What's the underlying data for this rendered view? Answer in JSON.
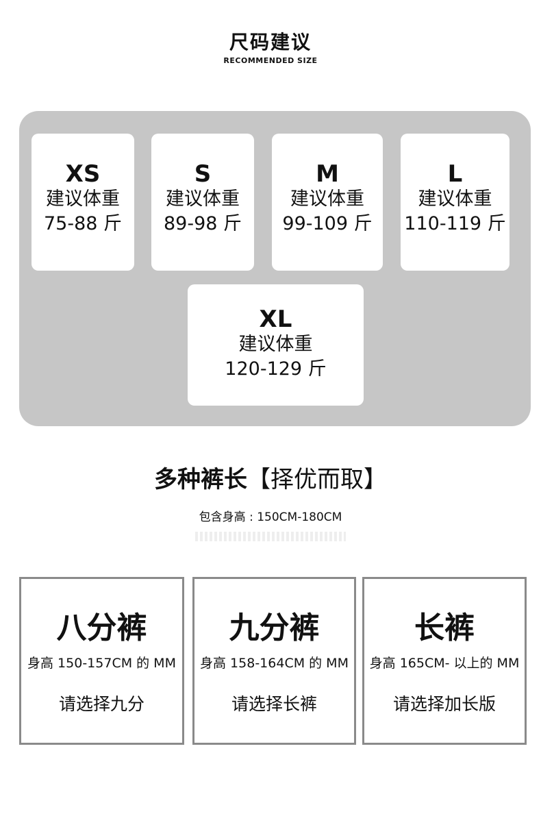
{
  "header": {
    "title": "尺码建议",
    "subtitle": "RECOMMENDED SIZE"
  },
  "sizes": [
    {
      "size": "XS",
      "label": "建议体重",
      "range": "75-88 斤"
    },
    {
      "size": "S",
      "label": "建议体重",
      "range": "89-98 斤"
    },
    {
      "size": "M",
      "label": "建议体重",
      "range": "99-109 斤"
    },
    {
      "size": "L",
      "label": "建议体重",
      "range": "110-119 斤"
    },
    {
      "size": "XL",
      "label": "建议体重",
      "range": "120-129 斤"
    }
  ],
  "lengths": {
    "title_bold": "多种裤长",
    "title_rest": "【择优而取】",
    "height_range": "包含身高 : 150CM-180CM",
    "options": [
      {
        "name": "八分裤",
        "desc": "身高 150-157CM 的 MM",
        "choose": "请选择九分"
      },
      {
        "name": "九分裤",
        "desc": "身高 158-164CM 的 MM",
        "choose": "请选择长裤"
      },
      {
        "name": "长裤",
        "desc": "身高 165CM- 以上的 MM",
        "choose": "请选择加长版"
      }
    ]
  }
}
